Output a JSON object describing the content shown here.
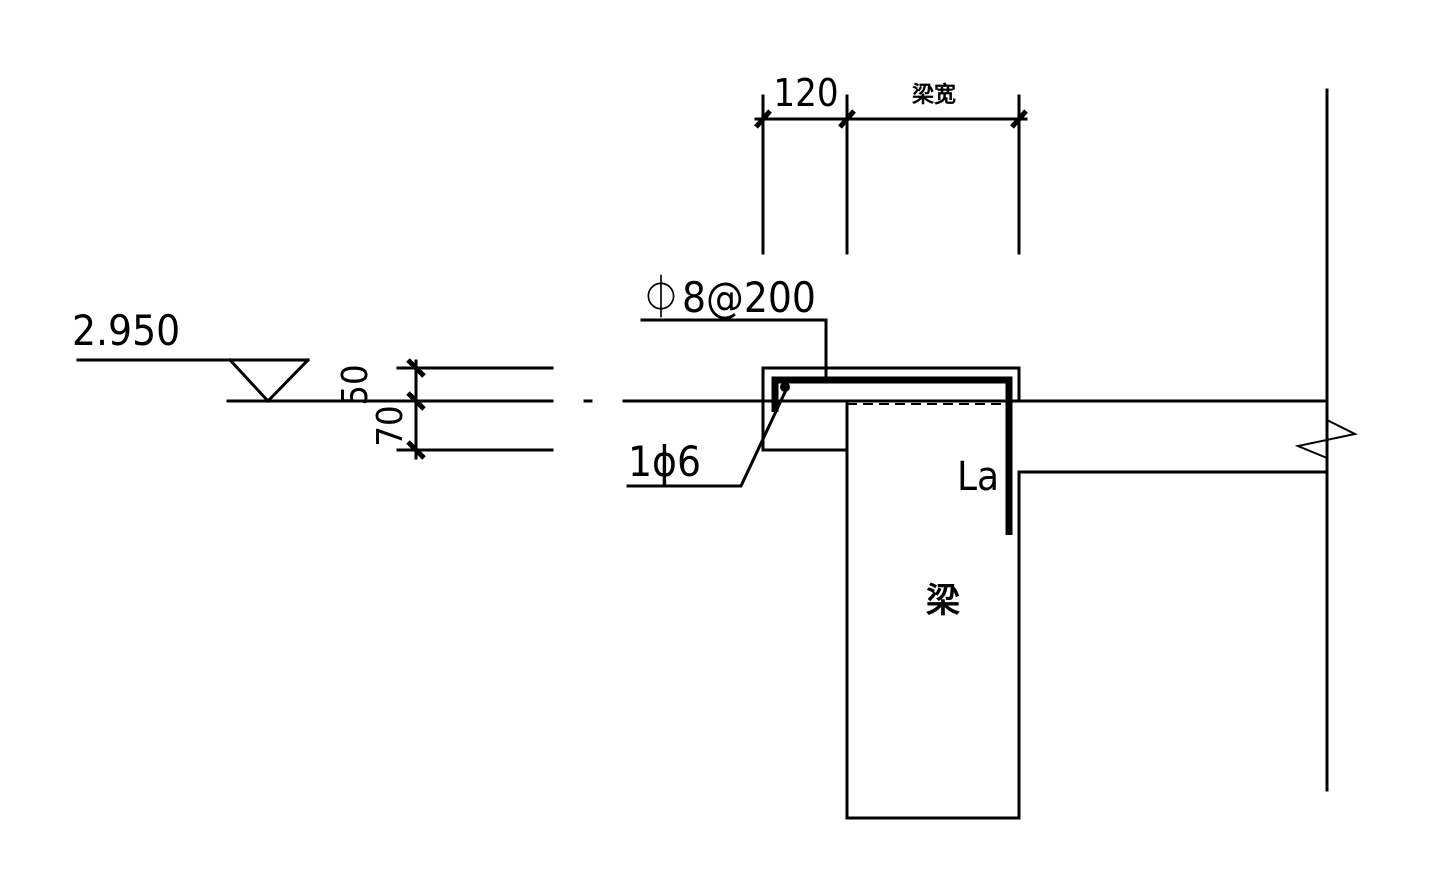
{
  "labels": {
    "elevation": "2.950",
    "dim_top_left": "120",
    "dim_top_right": "梁宽",
    "dim_slab_top": "50",
    "dim_slab_bottom": "70",
    "rebar_top": "⏀8@200",
    "rebar_corner": "1ϕ6",
    "anchorage": "La",
    "beam": "梁"
  }
}
